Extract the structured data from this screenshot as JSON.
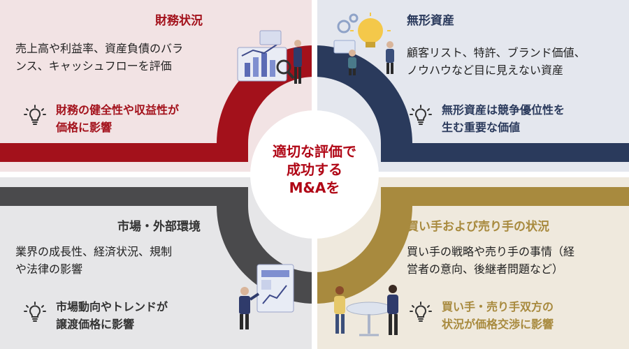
{
  "center": {
    "line1": "適切な評価で",
    "line2": "成功する",
    "line3": "M&Aを"
  },
  "quadrants": {
    "financial": {
      "title": "財務状況",
      "desc_line1": "売上高や利益率、資産負債のバラ",
      "desc_line2": "ンス、キャッシュフローを評価",
      "tip_line1": "財務の健全性や収益性が",
      "tip_line2": "価格に影響",
      "accent": "#a3111b"
    },
    "intangible": {
      "title": "無形資産",
      "desc_line1": "顧客リスト、特許、ブランド価値、",
      "desc_line2": "ノウハウなど目に見えない資産",
      "tip_line1": "無形資産は競争優位性を",
      "tip_line2": "生む重要な価値",
      "accent": "#2a3a5c"
    },
    "market": {
      "title": "市場・外部環境",
      "desc_line1": "業界の成長性、経済状況、規制",
      "desc_line2": "や法律の影響",
      "tip_line1": "市場動向やトレンドが",
      "tip_line2": "譲渡価格に影響",
      "accent": "#4a4a4c"
    },
    "parties": {
      "title": "買い手および売り手の状況",
      "desc_line1": "買い手の戦略や売り手の事情（経",
      "desc_line2": "営者の意向、後継者問題など）",
      "tip_line1": "買い手・売り手双方の",
      "tip_line2": "状況が価格交渉に影響",
      "accent": "#a88a3e"
    }
  },
  "icons": [
    "lightbulb-icon",
    "chart-illustration",
    "idea-illustration",
    "presentation-illustration",
    "meeting-illustration"
  ]
}
